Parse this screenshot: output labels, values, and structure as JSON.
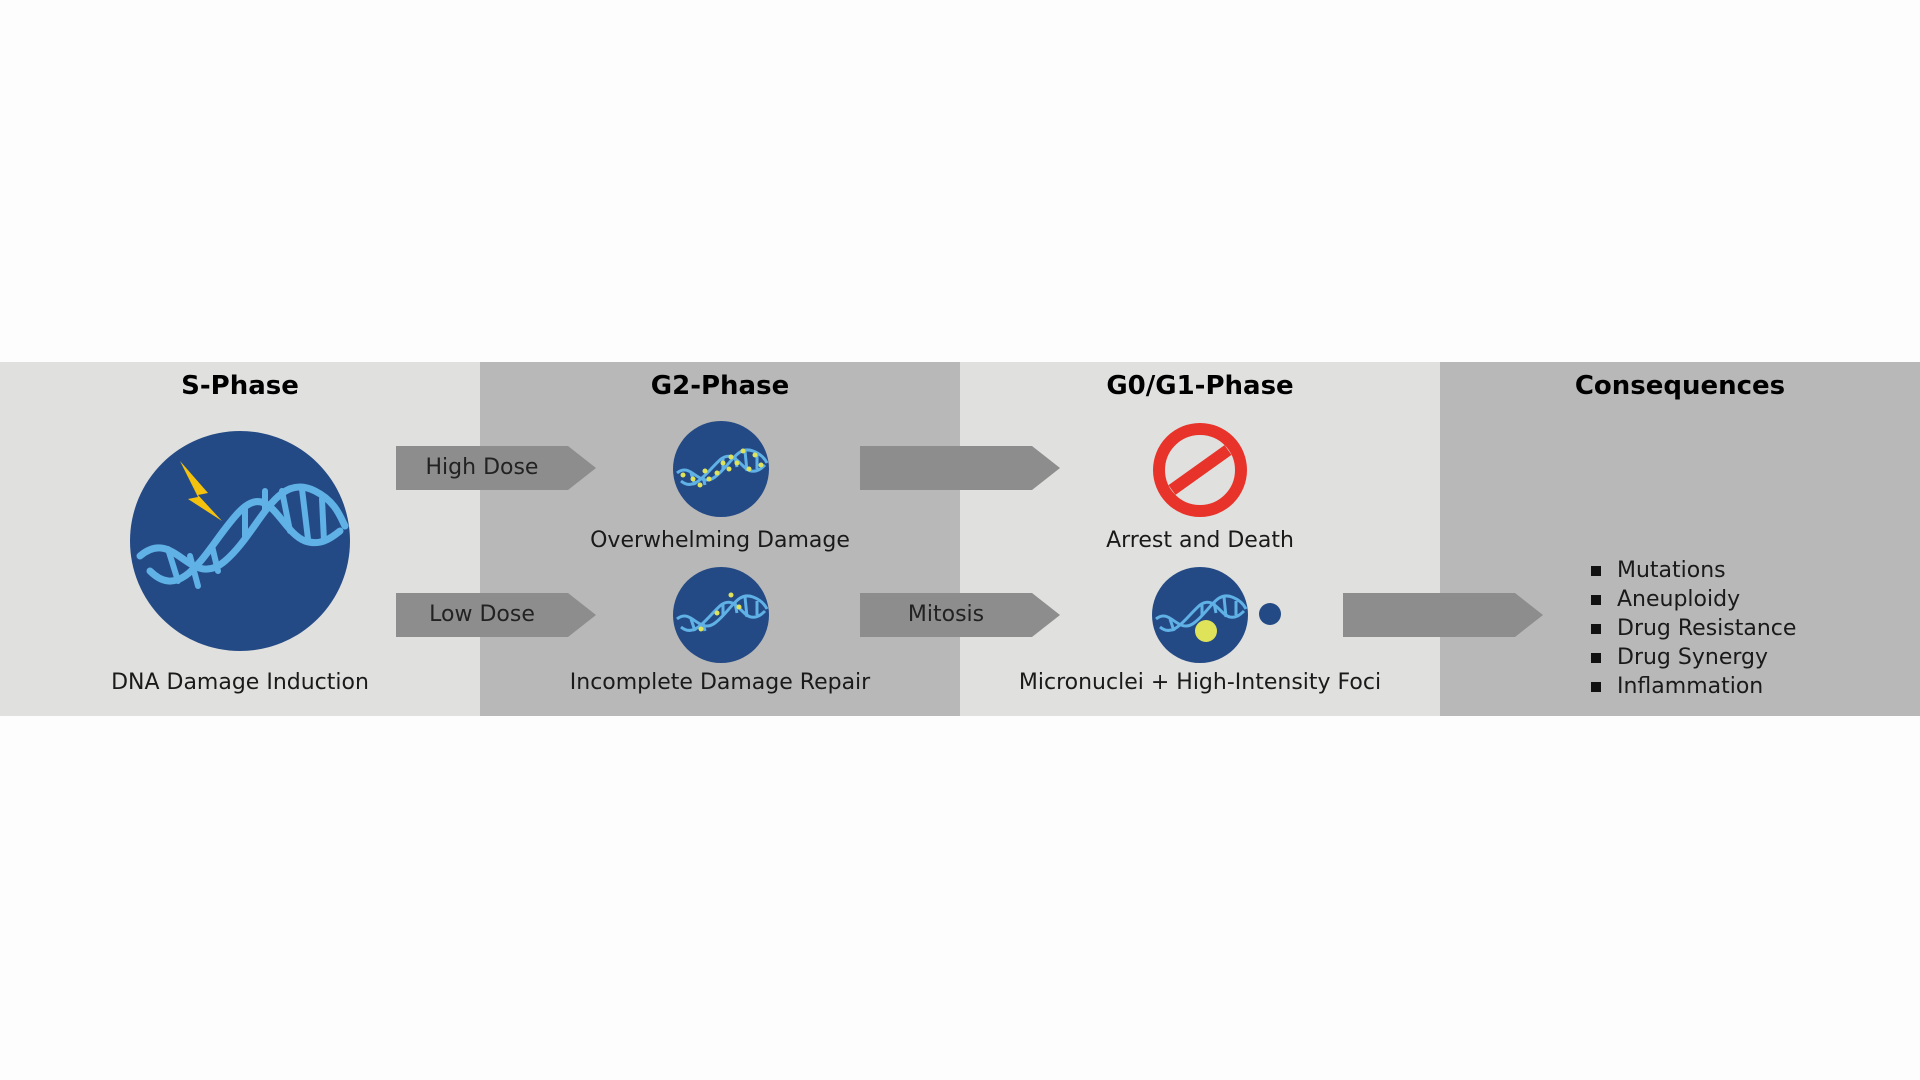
{
  "colors": {
    "panel_light": "#e0e0de",
    "panel_dark": "#b8b8b8",
    "arrow": "#8d8d8d",
    "circle_blue": "#244a85",
    "dna_strand": "#5fb1e6",
    "lightning": "#f4c20d",
    "damage_dot": "#dfe35a",
    "prohibit_red": "#e8332a"
  },
  "phases": [
    {
      "title": "S-Phase"
    },
    {
      "title": "G2-Phase"
    },
    {
      "title": "G0/G1-Phase"
    },
    {
      "title": "Consequences"
    }
  ],
  "arrows": {
    "high_dose": "High Dose",
    "low_dose": "Low Dose",
    "to_arrest": "",
    "mitosis": "Mitosis",
    "to_consequences": ""
  },
  "captions": {
    "dna_damage_induction": "DNA Damage Induction",
    "overwhelming_damage": "Overwhelming Damage",
    "incomplete_repair": "Incomplete Damage Repair",
    "arrest_and_death": "Arrest and Death",
    "micronuclei": "Micronuclei + High-Intensity Foci"
  },
  "icons": {
    "s_phase": "dna-lightning-icon",
    "overwhelming": "dna-heavy-damage-icon",
    "incomplete": "dna-light-damage-icon",
    "arrest": "prohibited-icon",
    "micronuclei": "dna-micronucleus-icon",
    "micronucleus_dot": "micronucleus-dot-icon"
  },
  "consequences": [
    "Mutations",
    "Aneuploidy",
    "Drug Resistance",
    "Drug Synergy",
    "Inflammation"
  ]
}
